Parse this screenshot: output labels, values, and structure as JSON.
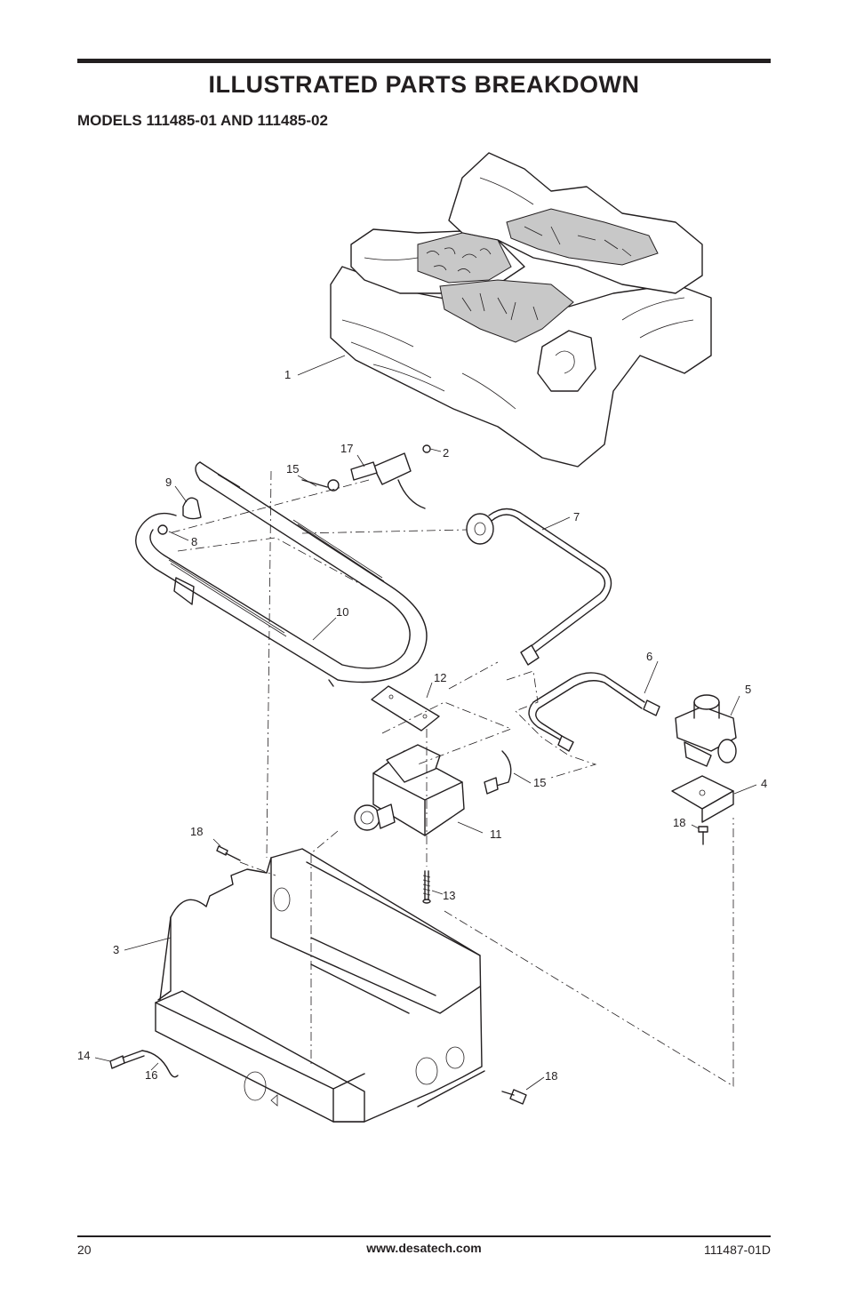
{
  "header": {
    "title": "ILLUSTRATED PARTS BREAKDOWN",
    "models": "MODELS 111485-01 AND 111485-02"
  },
  "callouts": {
    "c1": "1",
    "c2": "2",
    "c3": "3",
    "c4": "4",
    "c5": "5",
    "c6": "6",
    "c7": "7",
    "c8": "8",
    "c9": "9",
    "c10": "10",
    "c11": "11",
    "c12": "12",
    "c13": "13",
    "c14": "14",
    "c15a": "15",
    "c15b": "15",
    "c16": "16",
    "c17": "17",
    "c18a": "18",
    "c18b": "18",
    "c18c": "18"
  },
  "footer": {
    "page_number": "20",
    "website": "www.desatech.com",
    "doc_number": "111487-01D"
  }
}
